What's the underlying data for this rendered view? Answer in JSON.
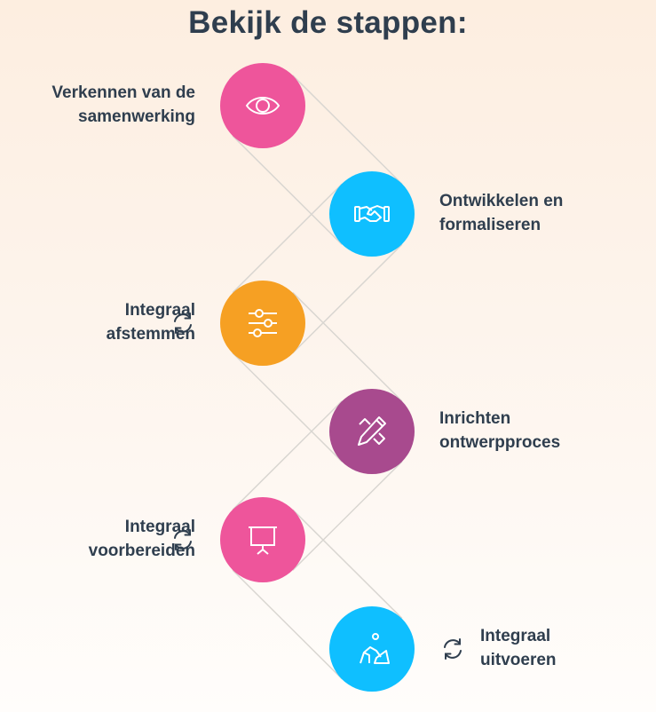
{
  "title": "Bekijk de stappen:",
  "colors": {
    "pink": "#ee559b",
    "blue": "#0fbfff",
    "orange": "#f6a023",
    "purple": "#a84a8e",
    "line": "#d9d6d1",
    "text": "#2f3e4e"
  },
  "steps": [
    {
      "line1": "Verkennen van de",
      "line2": "samenwerking",
      "icon": "eye-icon",
      "color": "#ee559b",
      "side": "left",
      "cyclic": false
    },
    {
      "line1": "Ontwikkelen en",
      "line2": "formaliseren",
      "icon": "handshake-icon",
      "color": "#0fbfff",
      "side": "right",
      "cyclic": false
    },
    {
      "line1": "Integraal",
      "line2": "afstemmen",
      "icon": "sliders-icon",
      "color": "#f6a023",
      "side": "left",
      "cyclic": true
    },
    {
      "line1": "Inrichten",
      "line2": "ontwerpproces",
      "icon": "design-tools-icon",
      "color": "#a84a8e",
      "side": "right",
      "cyclic": false
    },
    {
      "line1": "Integraal",
      "line2": "voorbereiden",
      "icon": "presentation-icon",
      "color": "#ee559b",
      "side": "left",
      "cyclic": true
    },
    {
      "line1": "Integraal",
      "line2": "uitvoeren",
      "icon": "worker-digging-icon",
      "color": "#0fbfff",
      "side": "right",
      "cyclic": true
    }
  ]
}
